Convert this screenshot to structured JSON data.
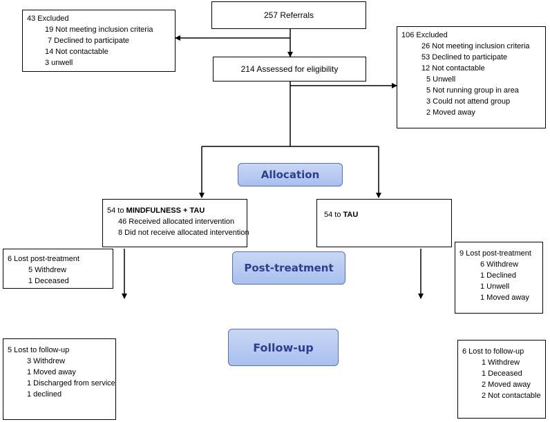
{
  "referrals": "257 Referrals",
  "assessed": "214 Assessed for eligibility",
  "excluded_left": {
    "title": "43 Excluded",
    "items": [
      "19 Not meeting inclusion criteria",
      "7 Declined to participate",
      "14 Not contactable",
      "3 unwell"
    ]
  },
  "excluded_right": {
    "title": "106 Excluded",
    "items": [
      "26 Not meeting inclusion criteria",
      "53 Declined to participate",
      "12 Not contactable",
      "5 Unwell",
      "5 Not running group in area",
      "3 Could not attend group",
      "2 Moved away"
    ]
  },
  "stages": {
    "allocation": "Allocation",
    "post_treatment": "Post-treatment",
    "follow_up": "Follow-up"
  },
  "arm_mindfulness": {
    "prefix": "54 to ",
    "name": "MINDFULNESS + TAU",
    "items": [
      "46 Received allocated intervention",
      "8 Did not receive allocated intervention"
    ]
  },
  "arm_tau": {
    "prefix": "54 to ",
    "name": "TAU"
  },
  "lost_post_left": {
    "title": "6 Lost post-treatment",
    "items": [
      "5 Withdrew",
      "1 Deceased"
    ]
  },
  "lost_post_right": {
    "title": "9 Lost post-treatment",
    "items": [
      "6 Withdrew",
      "1  Declined",
      "1  Unwell",
      "1  Moved away"
    ]
  },
  "lost_fu_left": {
    "title": "5 Lost to follow-up",
    "items": [
      "3 Withdrew",
      "1 Moved away",
      "1 Discharged from service",
      "1 declined"
    ]
  },
  "lost_fu_right": {
    "title": "6 Lost to follow-up",
    "items": [
      "1 Withdrew",
      "1 Deceased",
      "2 Moved away",
      "2 Not contactable"
    ]
  }
}
